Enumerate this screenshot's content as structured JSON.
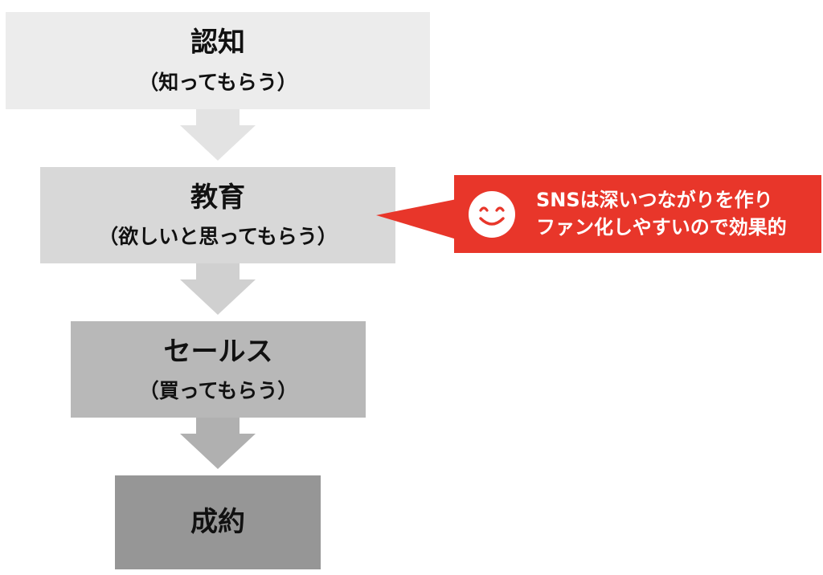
{
  "colors": {
    "stage_1": "#ececec",
    "stage_2": "#d8d8d8",
    "stage_3": "#b8b8b8",
    "stage_4": "#969696",
    "arrow_1": "#e3e3e3",
    "arrow_2": "#d0d0d0",
    "arrow_3": "#b0b0b0",
    "callout": "#e8362a"
  },
  "stages": [
    {
      "title": "認知",
      "subtitle": "（知ってもらう）"
    },
    {
      "title": "教育",
      "subtitle": "（欲しいと思ってもらう）"
    },
    {
      "title": "セールス",
      "subtitle": "（買ってもらう）"
    },
    {
      "title": "成約"
    }
  ],
  "callout": {
    "icon": "smiley-face-icon",
    "lines": [
      "SNSは深いつながりを作り",
      "ファン化しやすいので効果的"
    ]
  }
}
